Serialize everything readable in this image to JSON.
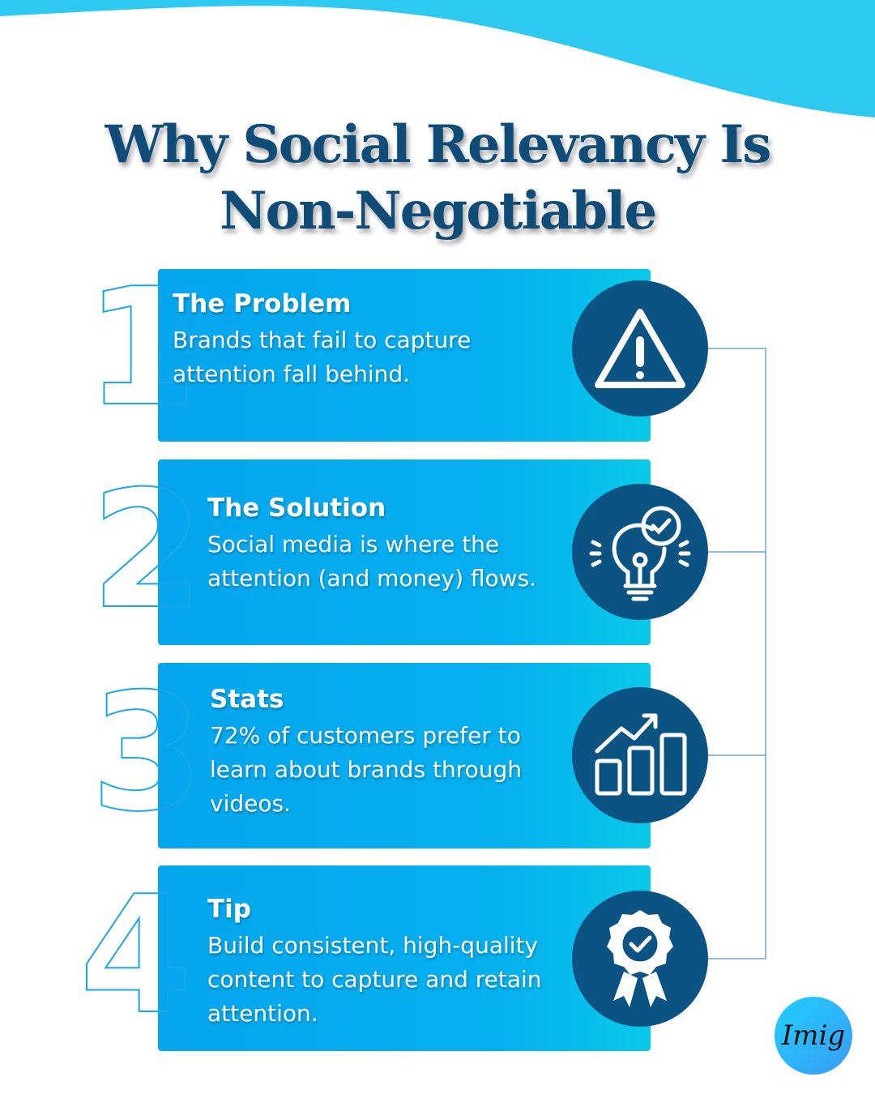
{
  "title_line1": "Why Social Relevancy Is",
  "title_line2": "Non-Negotiable",
  "items": [
    {
      "number": "1",
      "heading": "The Problem",
      "text": "Brands that fail to capture attention fall behind.",
      "icon": "warning-icon"
    },
    {
      "number": "2",
      "heading": "The Solution",
      "text": "Social media is where the attention (and money) flows.",
      "icon": "lightbulb-check-icon"
    },
    {
      "number": "3",
      "heading": "Stats",
      "text": "72% of customers prefer to learn about brands through videos.",
      "icon": "bar-chart-growth-icon"
    },
    {
      "number": "4",
      "heading": "Tip",
      "text": "Build consistent, high-quality content to capture and retain attention.",
      "icon": "award-badge-icon"
    }
  ],
  "logo": "Imig",
  "colors": {
    "wave": "#2ec9f0",
    "title": "#0f4c78",
    "circle": "#0b5383",
    "card": "#05a6ee"
  }
}
